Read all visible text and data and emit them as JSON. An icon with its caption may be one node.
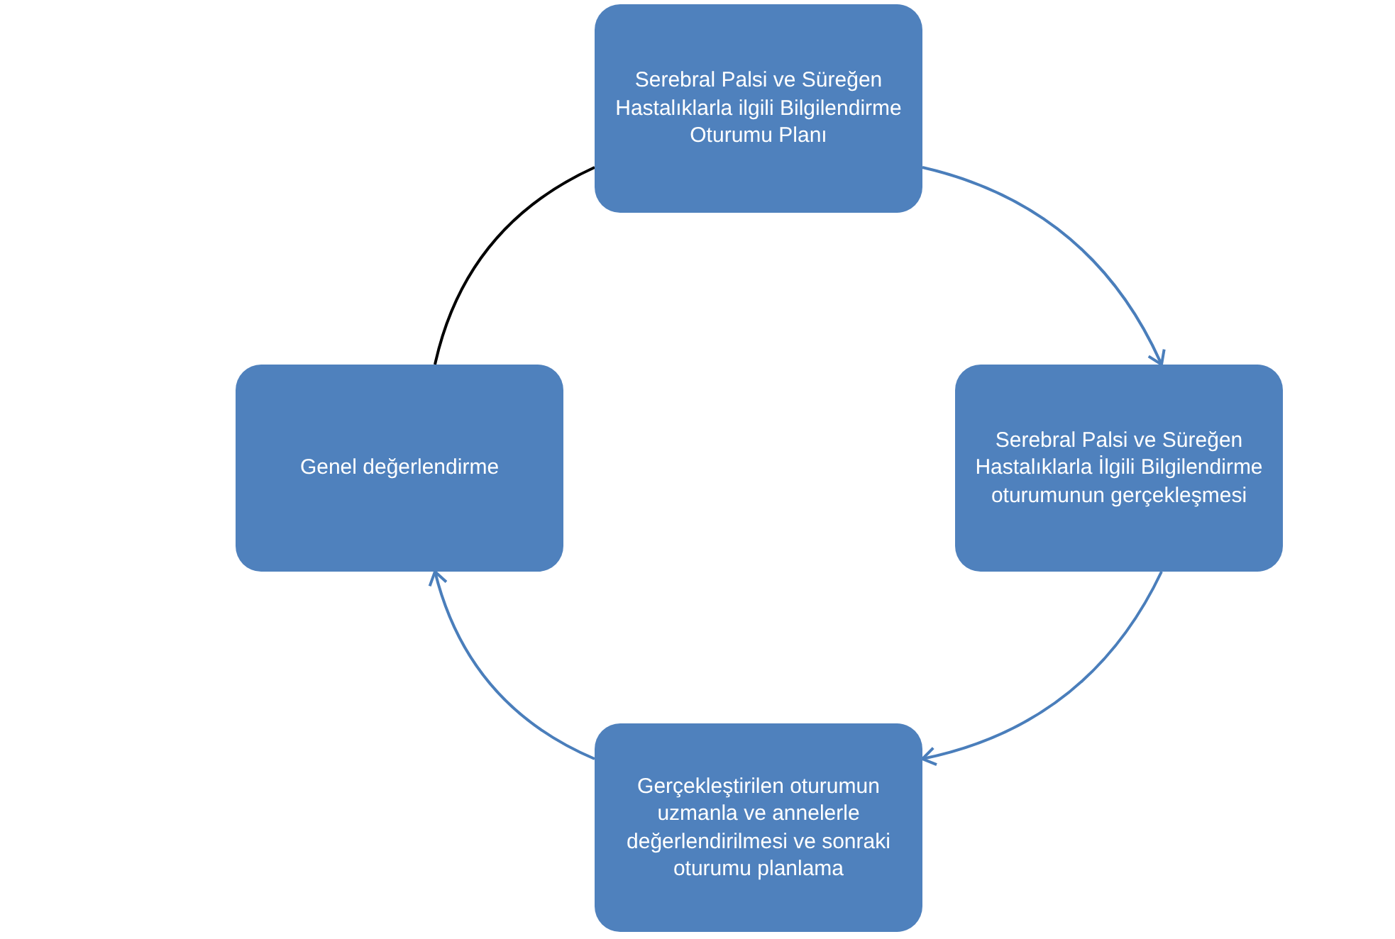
{
  "diagram": {
    "nodes": [
      {
        "text": [
          "Serebral Palsi ve Süreğen Hastalıklarla ilgili Bilgilendirme Oturumu Planı"
        ]
      },
      {
        "text": [
          "Serebral Palsi ve Süreğen Hastalıklarla İlgili Bilgilendirme oturumunun gerçekleşmesi"
        ]
      },
      {
        "text": [
          "Gerçekleştirilen oturumun uzmanla ve annelerle değerlendirilmesi ve sonraki oturumu planlama"
        ]
      },
      {
        "text": [
          "Genel değerlendirme"
        ]
      }
    ],
    "edges": [
      {
        "from": 0,
        "to": 1,
        "arrow": "to"
      },
      {
        "from": 1,
        "to": 2,
        "arrow": "to"
      },
      {
        "from": 2,
        "to": 3,
        "arrow": "to"
      },
      {
        "from": 3,
        "to": 0,
        "arrow": "none",
        "color": "#000000"
      }
    ]
  }
}
